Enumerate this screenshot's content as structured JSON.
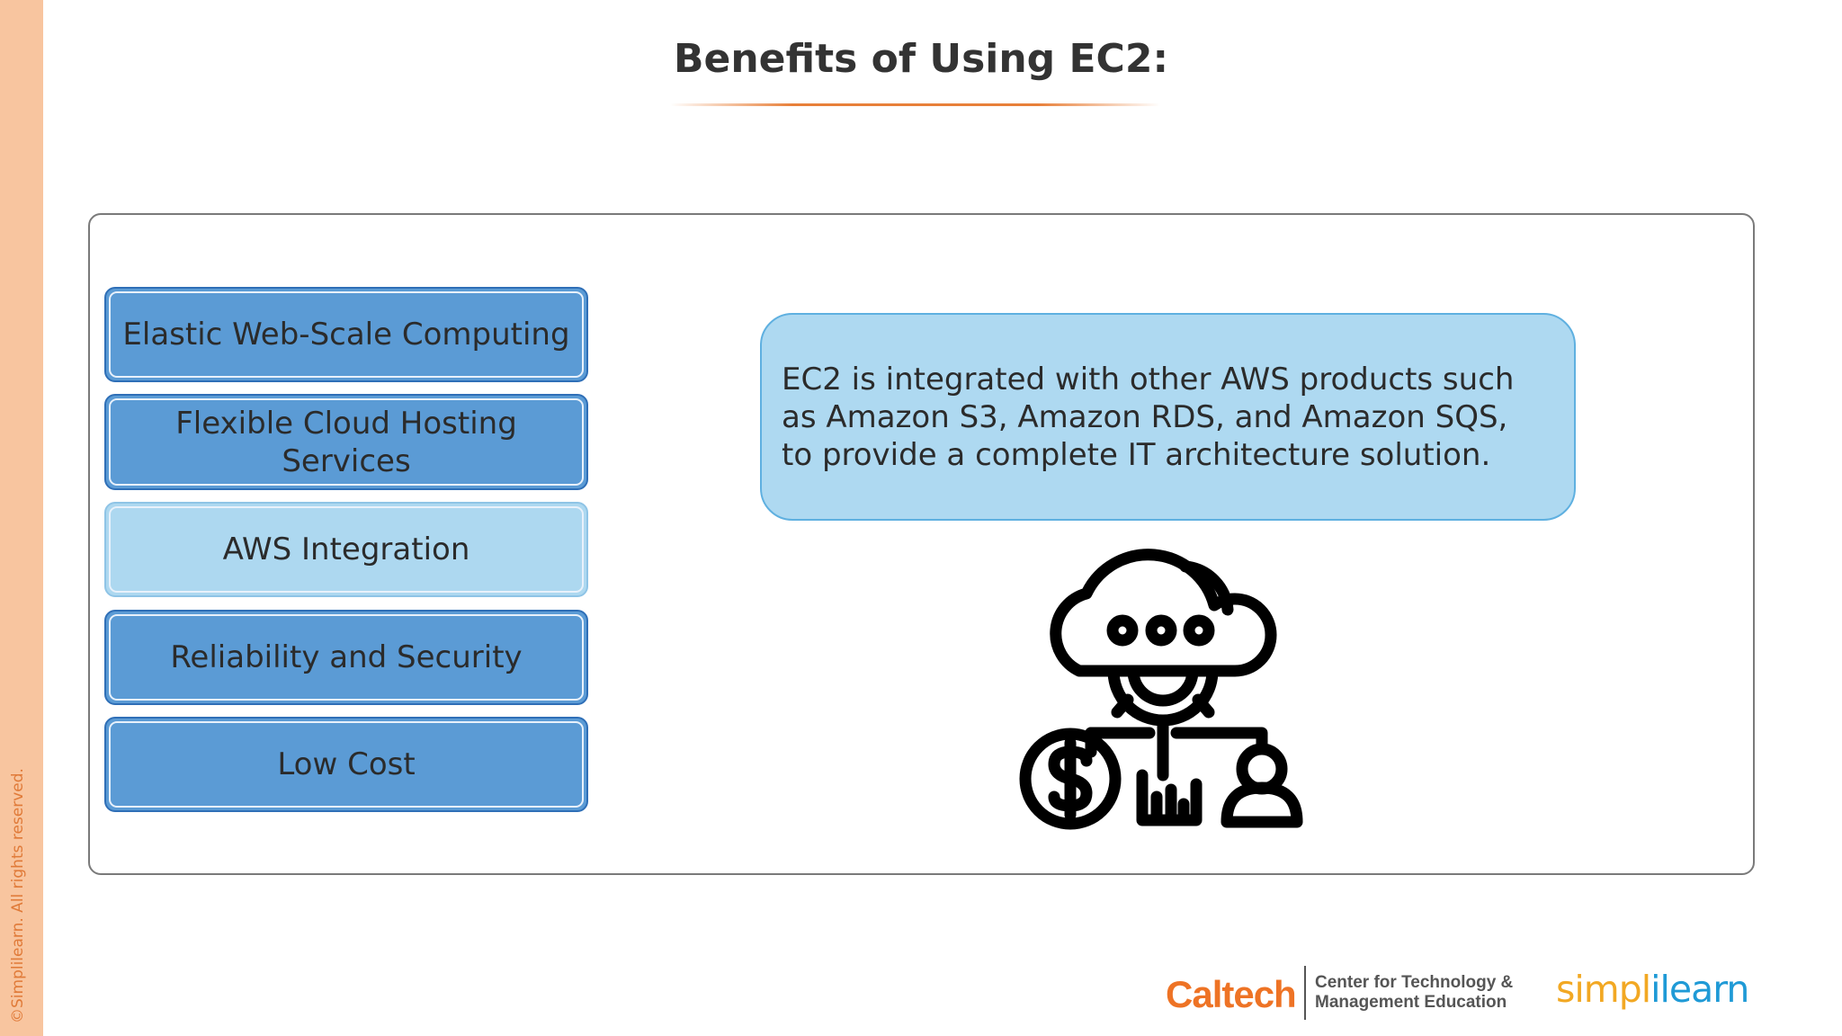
{
  "slide": {
    "title": "Benefits of Using EC2:",
    "copyright": "©Simplilearn. All rights reserved."
  },
  "benefits": [
    {
      "label": "Elastic Web-Scale Computing",
      "active": false
    },
    {
      "label": "Flexible Cloud Hosting Services",
      "active": false
    },
    {
      "label": "AWS Integration",
      "active": true
    },
    {
      "label": "Reliability and Security",
      "active": false
    },
    {
      "label": "Low Cost",
      "active": false
    }
  ],
  "description": {
    "text": "EC2 is integrated with other AWS products such as Amazon S3, Amazon RDS, and Amazon SQS, to provide a complete IT architecture solution."
  },
  "illustration": {
    "icon": "cloud-gear-dollar-user-icon"
  },
  "logos": {
    "caltech": "Caltech",
    "caltech_subtitle_line1": "Center for Technology &",
    "caltech_subtitle_line2": "Management Education",
    "simplilearn_part1": "simpl",
    "simplilearn_part2": "i",
    "simplilearn_part3": "learn"
  },
  "colors": {
    "tab_default": "#5b9bd5",
    "tab_active": "#add8f0",
    "description_bg": "#aed9f1",
    "accent_orange": "#e8803a"
  }
}
